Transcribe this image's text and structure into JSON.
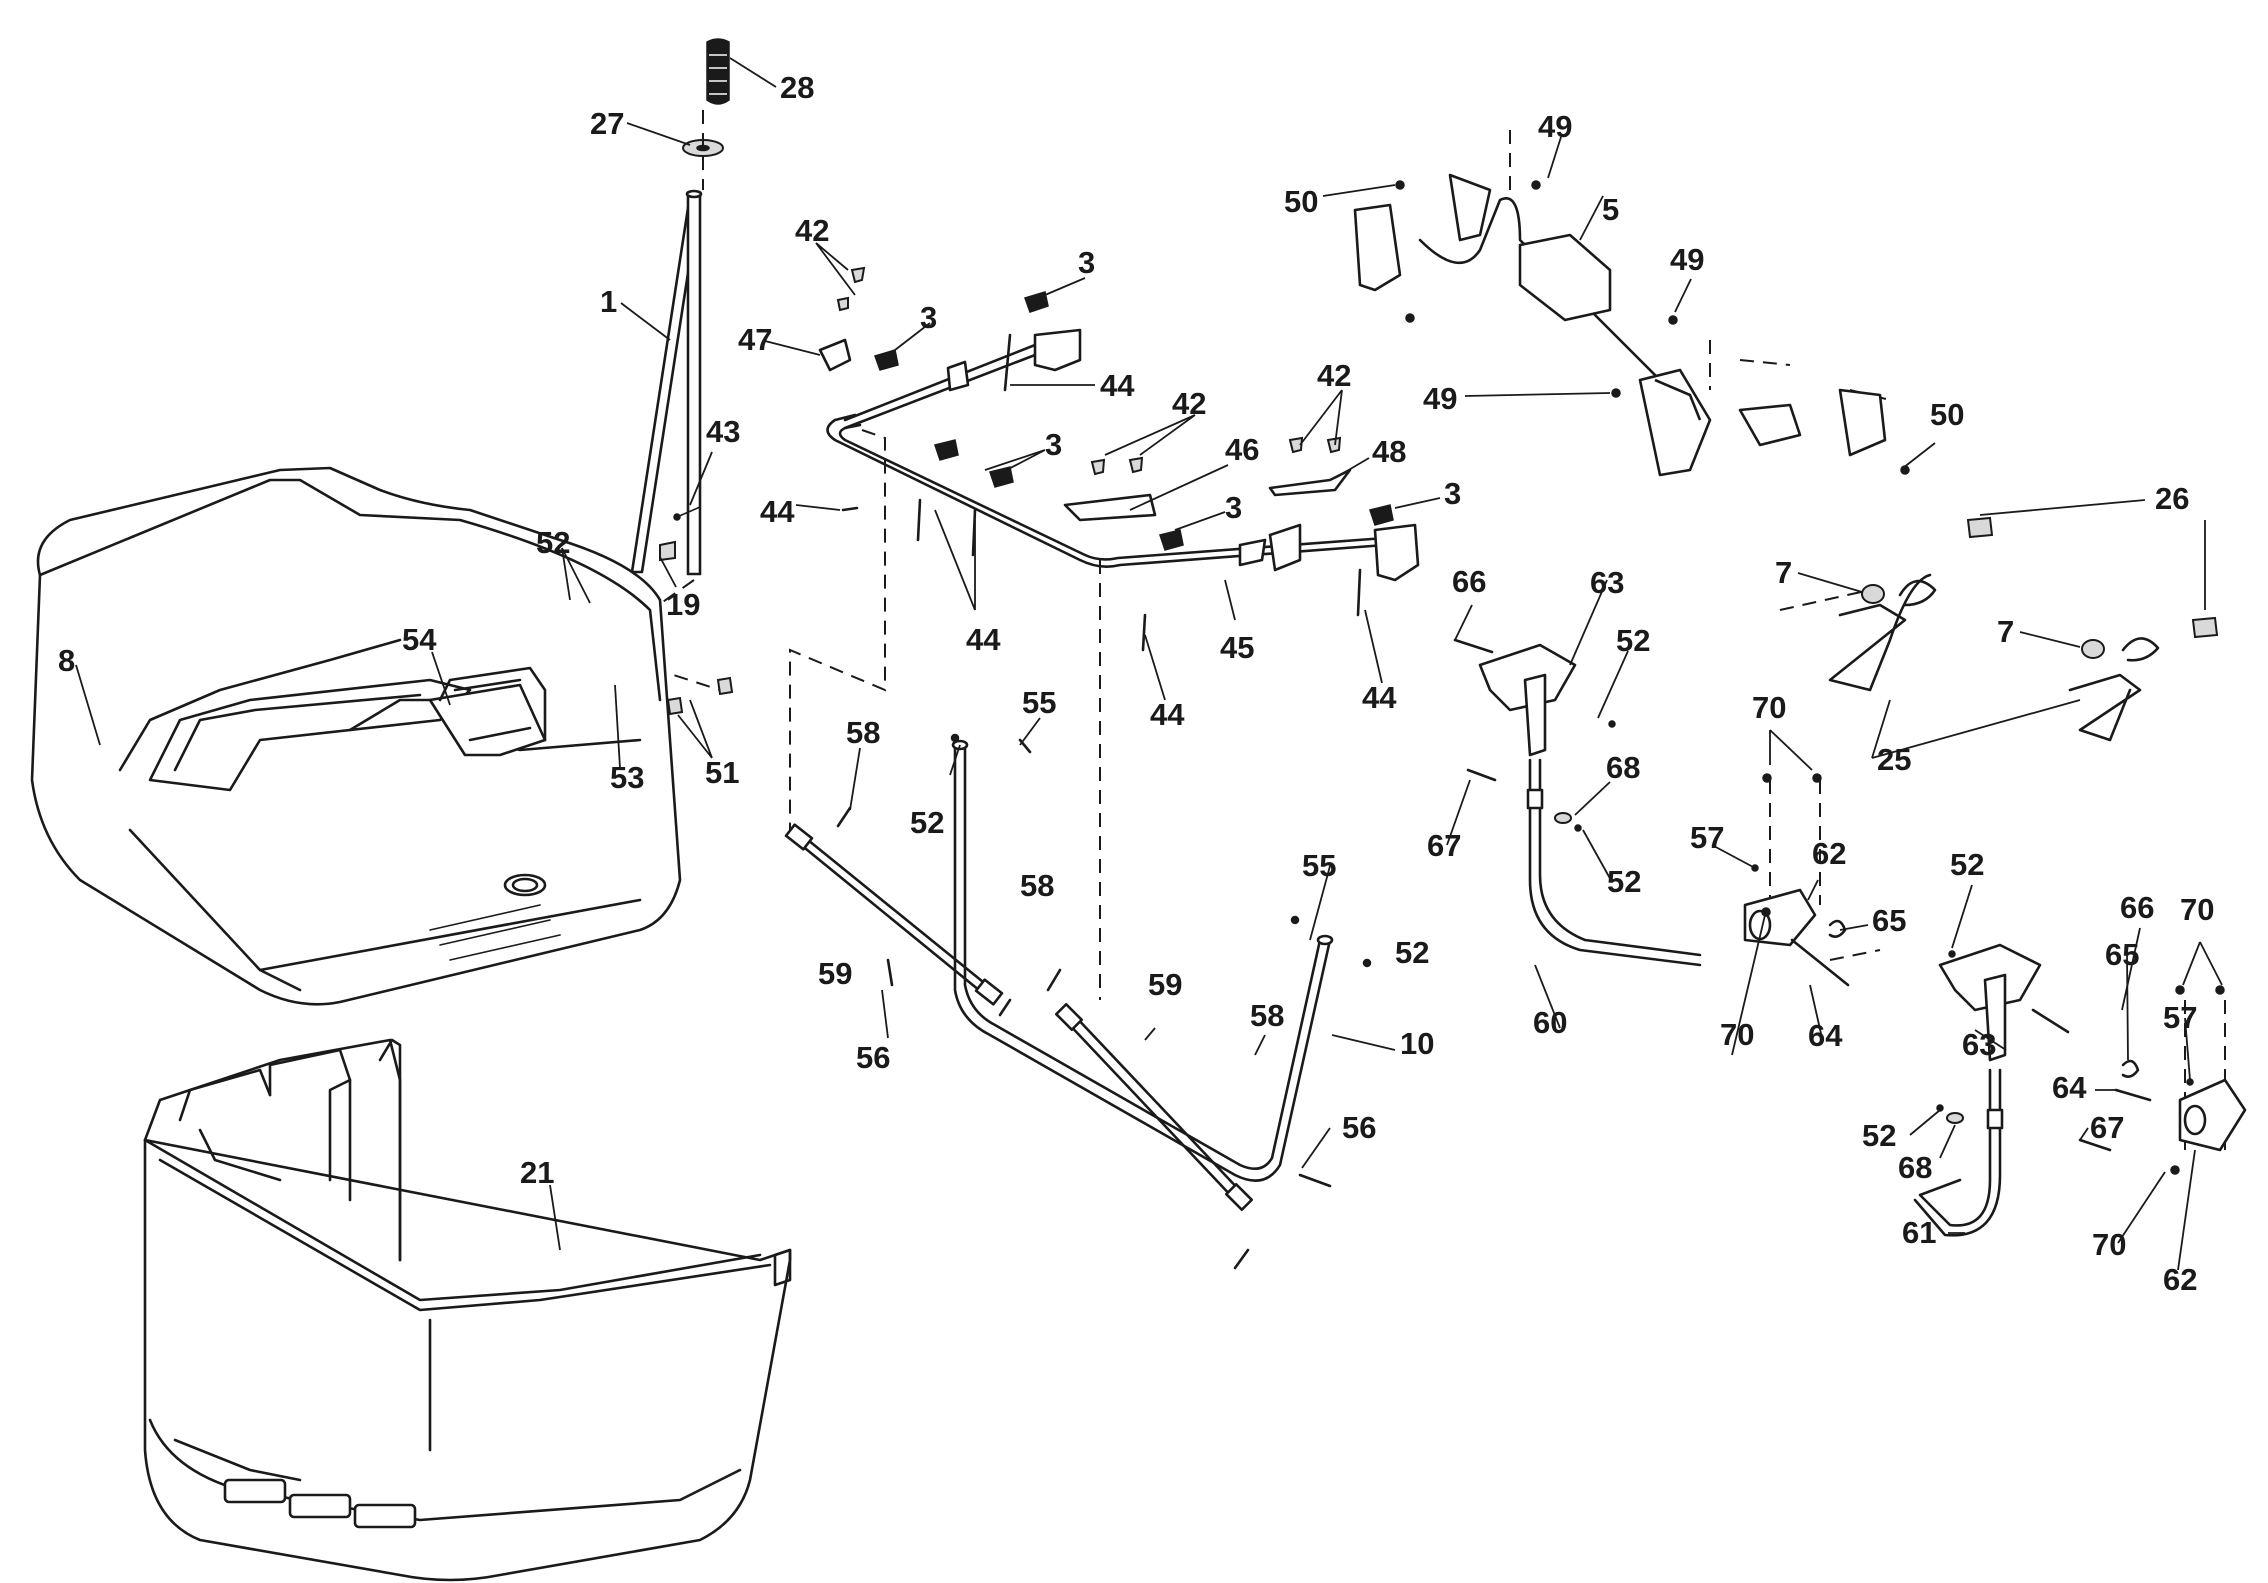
{
  "diagram": {
    "callouts": [
      {
        "id": "c1",
        "text": "28"
      },
      {
        "id": "c2",
        "text": "27"
      },
      {
        "id": "c3",
        "text": "1"
      },
      {
        "id": "c4",
        "text": "43"
      },
      {
        "id": "c5",
        "text": "52"
      },
      {
        "id": "c6",
        "text": "19"
      },
      {
        "id": "c7",
        "text": "54"
      },
      {
        "id": "c8",
        "text": "8"
      },
      {
        "id": "c9",
        "text": "53"
      },
      {
        "id": "c10",
        "text": "51"
      },
      {
        "id": "c11",
        "text": "21"
      },
      {
        "id": "c12",
        "text": "42"
      },
      {
        "id": "c13",
        "text": "3"
      },
      {
        "id": "c14",
        "text": "47"
      },
      {
        "id": "c15",
        "text": "3"
      },
      {
        "id": "c16",
        "text": "44"
      },
      {
        "id": "c17",
        "text": "3"
      },
      {
        "id": "c18",
        "text": "44"
      },
      {
        "id": "c19",
        "text": "44"
      },
      {
        "id": "c20",
        "text": "42"
      },
      {
        "id": "c21",
        "text": "46"
      },
      {
        "id": "c22",
        "text": "3"
      },
      {
        "id": "c23",
        "text": "44"
      },
      {
        "id": "c24",
        "text": "45"
      },
      {
        "id": "c25",
        "text": "42"
      },
      {
        "id": "c26",
        "text": "48"
      },
      {
        "id": "c27",
        "text": "3"
      },
      {
        "id": "c28",
        "text": "44"
      },
      {
        "id": "c29",
        "text": "58"
      },
      {
        "id": "c30",
        "text": "52"
      },
      {
        "id": "c31",
        "text": "55"
      },
      {
        "id": "c32",
        "text": "59"
      },
      {
        "id": "c33",
        "text": "58"
      },
      {
        "id": "c34",
        "text": "56"
      },
      {
        "id": "c35",
        "text": "59"
      },
      {
        "id": "c36",
        "text": "55"
      },
      {
        "id": "c37",
        "text": "52"
      },
      {
        "id": "c38",
        "text": "10"
      },
      {
        "id": "c39",
        "text": "58"
      },
      {
        "id": "c40",
        "text": "56"
      },
      {
        "id": "c41",
        "text": "49"
      },
      {
        "id": "c42",
        "text": "50"
      },
      {
        "id": "c43",
        "text": "5"
      },
      {
        "id": "c44",
        "text": "49"
      },
      {
        "id": "c45",
        "text": "49"
      },
      {
        "id": "c46",
        "text": "50"
      },
      {
        "id": "c47",
        "text": "26"
      },
      {
        "id": "c48",
        "text": "7"
      },
      {
        "id": "c49",
        "text": "7"
      },
      {
        "id": "c50",
        "text": "25"
      },
      {
        "id": "c51",
        "text": "66"
      },
      {
        "id": "c52",
        "text": "63"
      },
      {
        "id": "c53",
        "text": "52"
      },
      {
        "id": "c54",
        "text": "68"
      },
      {
        "id": "c55",
        "text": "67"
      },
      {
        "id": "c56",
        "text": "52"
      },
      {
        "id": "c57",
        "text": "70"
      },
      {
        "id": "c58",
        "text": "57"
      },
      {
        "id": "c59",
        "text": "62"
      },
      {
        "id": "c60",
        "text": "65"
      },
      {
        "id": "c61",
        "text": "60"
      },
      {
        "id": "c62",
        "text": "70"
      },
      {
        "id": "c63",
        "text": "64"
      },
      {
        "id": "c64",
        "text": "52"
      },
      {
        "id": "c65",
        "text": "66"
      },
      {
        "id": "c66",
        "text": "70"
      },
      {
        "id": "c67",
        "text": "65"
      },
      {
        "id": "c68",
        "text": "63"
      },
      {
        "id": "c69",
        "text": "57"
      },
      {
        "id": "c70",
        "text": "64"
      },
      {
        "id": "c71",
        "text": "52"
      },
      {
        "id": "c72",
        "text": "67"
      },
      {
        "id": "c73",
        "text": "68"
      },
      {
        "id": "c74",
        "text": "61"
      },
      {
        "id": "c75",
        "text": "70"
      },
      {
        "id": "c76",
        "text": "62"
      }
    ]
  }
}
